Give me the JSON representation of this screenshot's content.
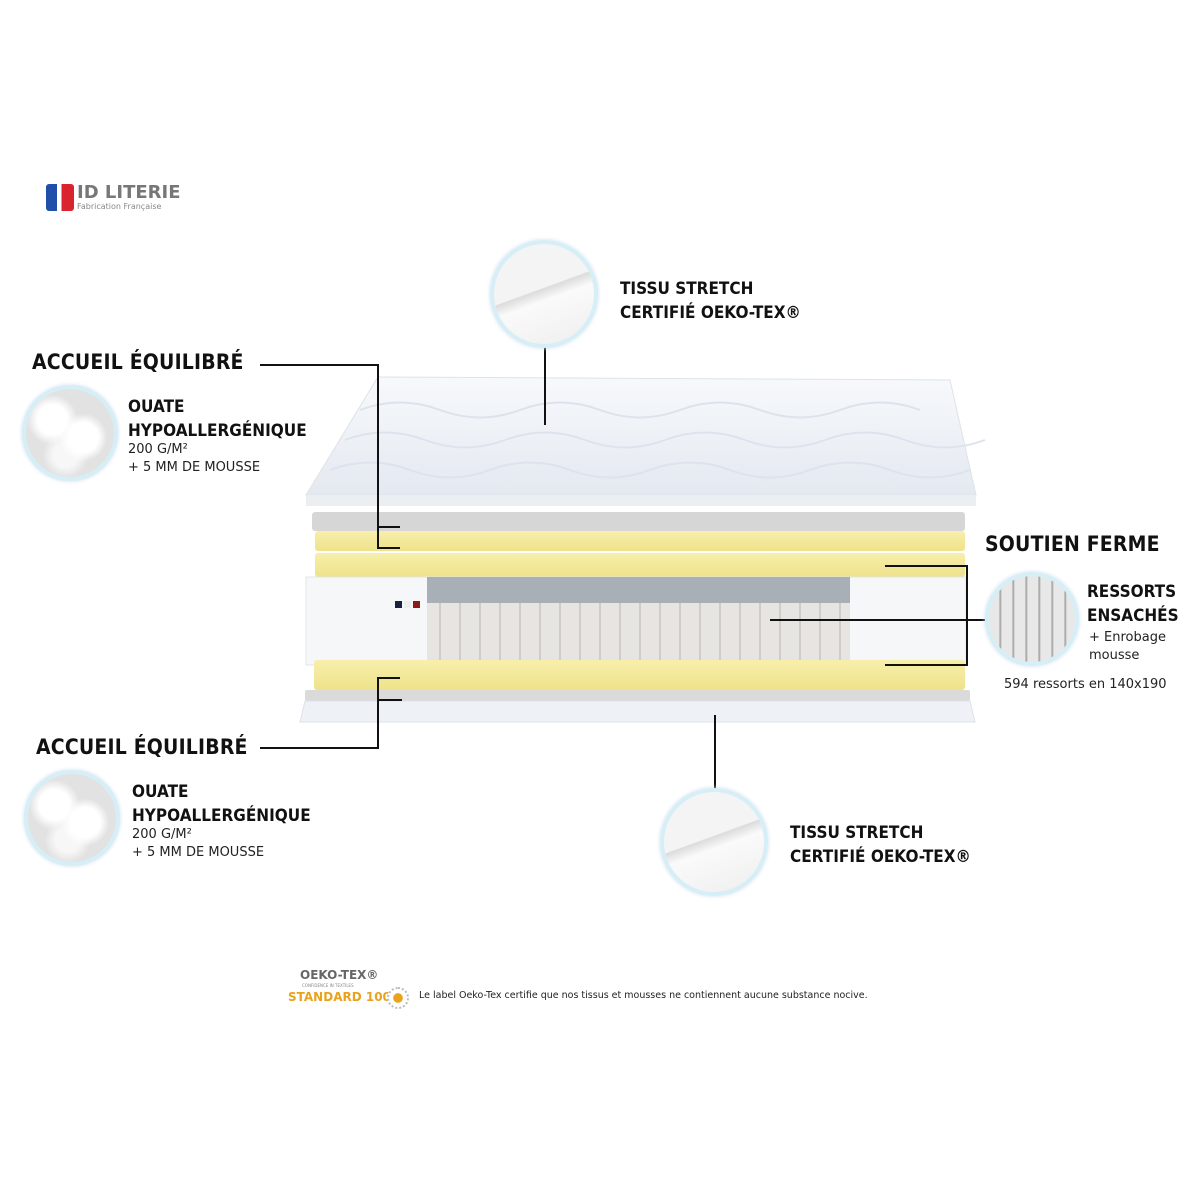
{
  "brand": {
    "name": "ID LITERIE",
    "tagline": "Fabrication Française",
    "flag_colors": [
      "#1f4fa8",
      "#ffffff",
      "#d9232e"
    ]
  },
  "callouts": {
    "top_fabric": {
      "title_line1": "TISSU STRETCH",
      "title_line2": "CERTIFIÉ OEKO-TEX®"
    },
    "top_comfort": {
      "heading": "ACCUEIL ÉQUILIBRÉ",
      "line1": "OUATE",
      "line2": "HYPOALLERGÉNIQUE",
      "detail1": "200 G/M²",
      "detail2": "+ 5 MM DE MOUSSE"
    },
    "support": {
      "heading": "SOUTIEN FERME",
      "line1": "RESSORTS",
      "line2": "ENSACHÉS",
      "detail1": "+ Enrobage",
      "detail2": "mousse",
      "count": "594 ressorts en 140x190"
    },
    "bottom_comfort": {
      "heading": "ACCUEIL ÉQUILIBRÉ",
      "line1": "OUATE",
      "line2": "HYPOALLERGÉNIQUE",
      "detail1": "200 G/M²",
      "detail2": "+ 5 MM DE MOUSSE"
    },
    "bottom_fabric": {
      "title_line1": "TISSU STRETCH",
      "title_line2": "CERTIFIÉ OEKO-TEX®"
    }
  },
  "footer": {
    "logo_line1": "OEKO-TEX®",
    "logo_line2": "CONFIDENCE IN TEXTILES",
    "logo_line3": "STANDARD 100",
    "note": "Le label Oeko-Tex certifie que nos tissus et mousses ne contiennent aucune substance nocive."
  },
  "colors": {
    "foam_yellow": "#f3ea9c",
    "wadding_gray": "#d4d4d4",
    "fabric_white": "#f3f6fa",
    "core_gray": "#a9afb6",
    "standard_orange": "#e8a21c"
  }
}
